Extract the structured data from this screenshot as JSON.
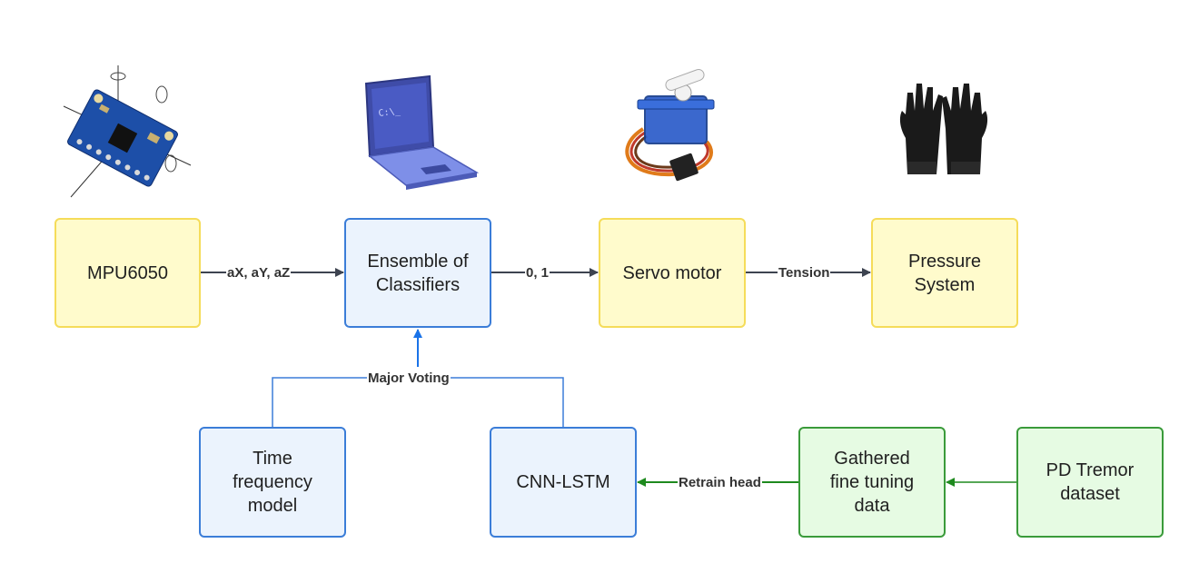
{
  "boxes": {
    "mpu": "MPU6050",
    "ensemble": "Ensemble of\nClassifiers",
    "servo": "Servo motor",
    "pressure": "Pressure\nSystem",
    "time_freq": "Time\nfrequency\nmodel",
    "cnn_lstm": "CNN-LSTM",
    "gathered": "Gathered\nfine tuning\ndata",
    "pd_tremor": "PD Tremor\ndataset"
  },
  "edges": {
    "mpu_to_ensemble": "aX, aY, aZ",
    "ensemble_to_servo": "0, 1",
    "servo_to_pressure": "Tension",
    "voting": "Major Voting",
    "retrain": "Retrain head"
  },
  "colors": {
    "yellow_fill": "#fffbcc",
    "yellow_border": "#f5dc5a",
    "blue_fill": "#ebf3fd",
    "blue_border": "#3b7dd8",
    "green_fill": "#e6fbe3",
    "green_border": "#3a9b3a",
    "arrow_dark": "#3d4350",
    "arrow_blue": "#1a73e8",
    "arrow_green": "#1e8a1e"
  },
  "images": {
    "sensor": "mpu6050-sensor-board-image",
    "laptop": "laptop-image",
    "servo": "servo-motor-image",
    "gloves": "black-gloves-image"
  }
}
